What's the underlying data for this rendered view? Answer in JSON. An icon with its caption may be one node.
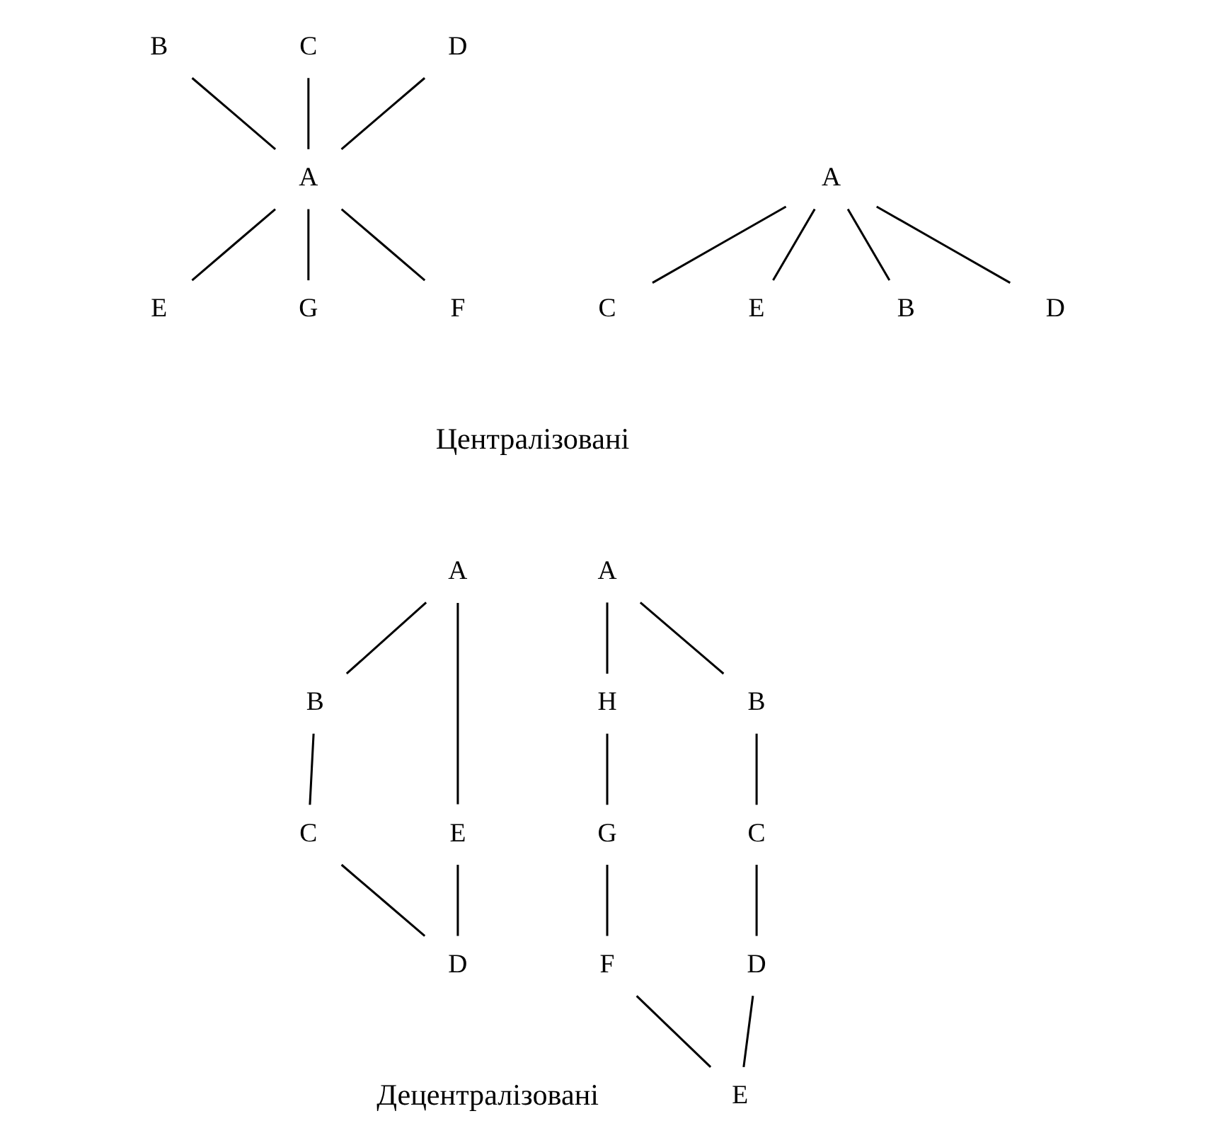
{
  "diagram": {
    "nodes": [
      {
        "text": [
          "B"
        ]
      },
      {
        "text": [
          "C"
        ]
      },
      {
        "text": [
          "D"
        ]
      },
      {
        "text": [
          "A"
        ]
      },
      {
        "text": [
          "G"
        ]
      },
      {
        "text": [
          "F"
        ]
      },
      {
        "text": [
          "E"
        ]
      },
      {
        "text": [
          "A"
        ]
      },
      {
        "text": [
          "B"
        ]
      },
      {
        "text": [
          "C"
        ]
      },
      {
        "text": [
          "D"
        ]
      },
      {
        "text": [
          "E"
        ]
      },
      {
        "text": [
          "A"
        ]
      },
      {
        "text": [
          "B"
        ]
      },
      {
        "text": [
          "C"
        ]
      },
      {
        "text": [
          "D"
        ]
      },
      {
        "text": [
          "E"
        ]
      },
      {
        "text": [
          "A"
        ]
      },
      {
        "text": [
          "B"
        ]
      },
      {
        "text": [
          "C"
        ]
      },
      {
        "text": [
          "D"
        ]
      },
      {
        "text": [
          "E"
        ]
      },
      {
        "text": [
          "F"
        ]
      },
      {
        "text": [
          "G"
        ]
      },
      {
        "text": [
          "H"
        ]
      }
    ],
    "edges": [
      {
        "from": 0,
        "to": 3,
        "arrow": "none"
      },
      {
        "from": 1,
        "to": 3,
        "arrow": "none"
      },
      {
        "from": 2,
        "to": 3,
        "arrow": "none"
      },
      {
        "from": 3,
        "to": 4,
        "arrow": "none"
      },
      {
        "from": 3,
        "to": 5,
        "arrow": "none"
      },
      {
        "from": 3,
        "to": 6,
        "arrow": "none"
      },
      {
        "from": 7,
        "to": 8,
        "arrow": "none"
      },
      {
        "from": 7,
        "to": 9,
        "arrow": "none"
      },
      {
        "from": 7,
        "to": 10,
        "arrow": "none"
      },
      {
        "from": 7,
        "to": 11,
        "arrow": "none"
      },
      {
        "from": 12,
        "to": 13,
        "arrow": "none"
      },
      {
        "from": 13,
        "to": 14,
        "arrow": "none"
      },
      {
        "from": 14,
        "to": 15,
        "arrow": "none"
      },
      {
        "from": 12,
        "to": 16,
        "arrow": "none"
      },
      {
        "from": 16,
        "to": 15,
        "arrow": "none"
      },
      {
        "from": 17,
        "to": 18,
        "arrow": "none"
      },
      {
        "from": 18,
        "to": 19,
        "arrow": "none"
      },
      {
        "from": 19,
        "to": 20,
        "arrow": "none"
      },
      {
        "from": 20,
        "to": 21,
        "arrow": "none"
      },
      {
        "from": 17,
        "to": 24,
        "arrow": "none"
      },
      {
        "from": 24,
        "to": 23,
        "arrow": "none"
      },
      {
        "from": 23,
        "to": 22,
        "arrow": "none"
      },
      {
        "from": 22,
        "to": 21,
        "arrow": "none"
      }
    ],
    "labels": [
      "Централізовані",
      "Децентралізовані"
    ]
  }
}
